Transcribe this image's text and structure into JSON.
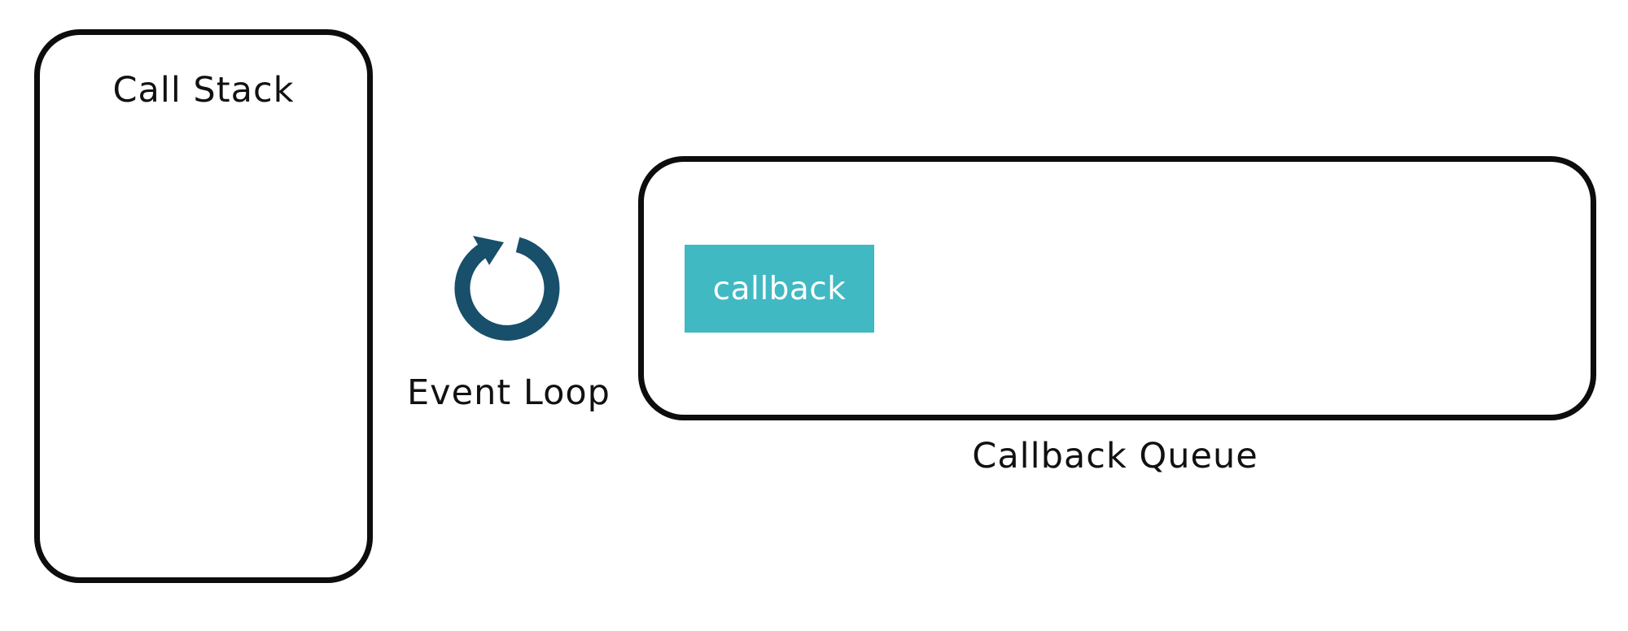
{
  "call_stack": {
    "title": "Call Stack"
  },
  "event_loop": {
    "label": "Event Loop",
    "icon": "refresh-circle-icon",
    "color": "#184f6a"
  },
  "callback_queue": {
    "label": "Callback Queue",
    "items": [
      {
        "label": "callback",
        "color": "#40b9c3"
      }
    ]
  }
}
